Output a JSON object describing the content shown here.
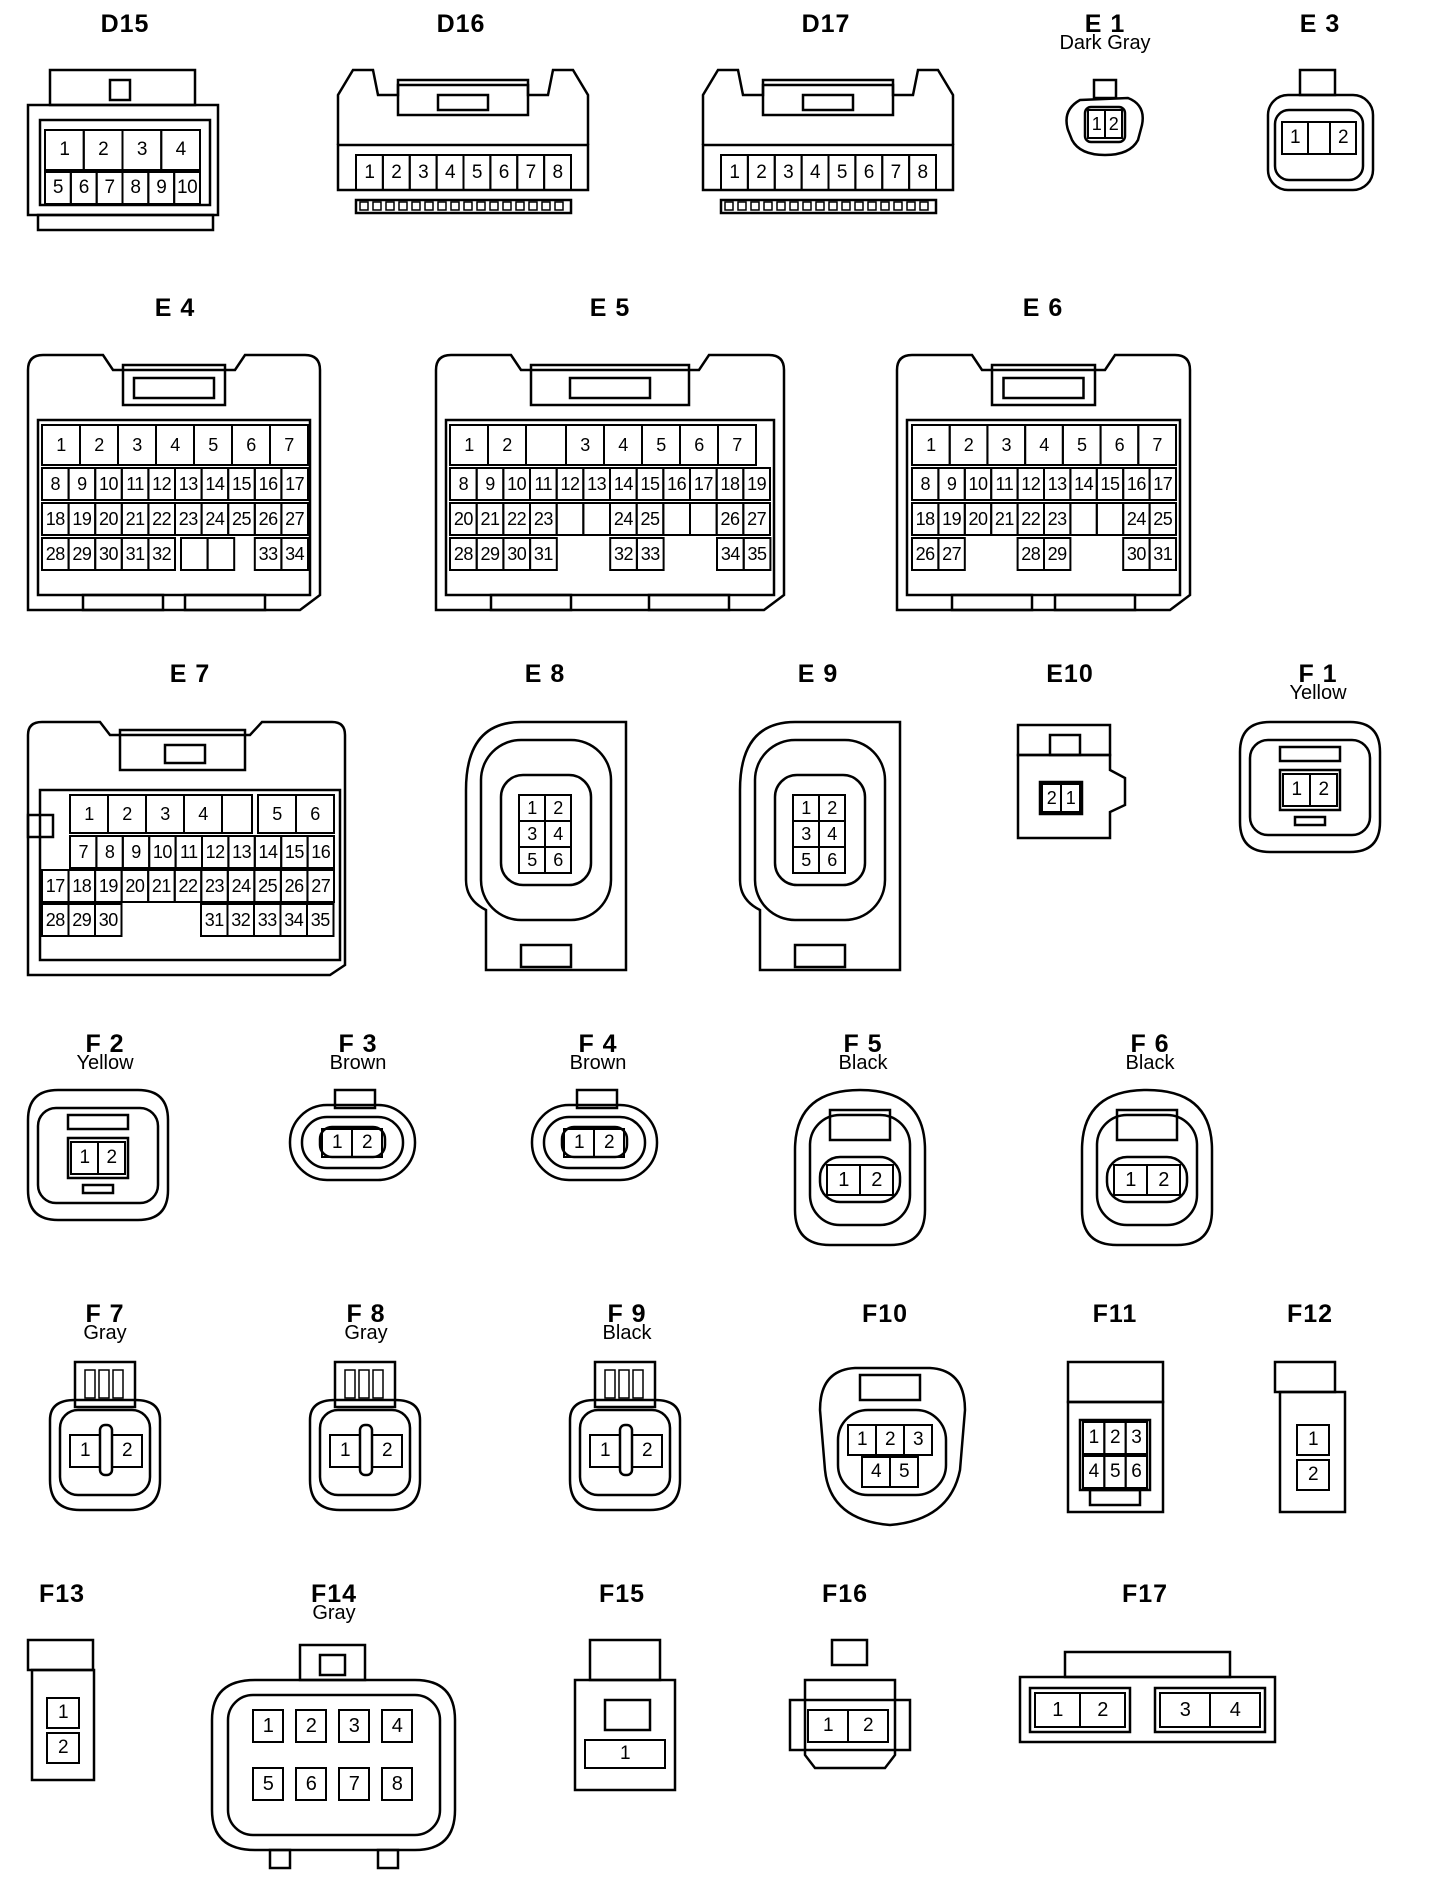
{
  "connectors": [
    {
      "id": "d15",
      "name": "D15",
      "color": "",
      "rows": [
        [
          "1",
          "2",
          "3",
          "4"
        ],
        [
          "5",
          "6",
          "7",
          "8",
          "9",
          "10"
        ]
      ]
    },
    {
      "id": "d16",
      "name": "D16",
      "color": "",
      "rows": [
        [
          "1",
          "2",
          "3",
          "4",
          "5",
          "6",
          "7",
          "8"
        ]
      ]
    },
    {
      "id": "d17",
      "name": "D17",
      "color": "",
      "rows": [
        [
          "1",
          "2",
          "3",
          "4",
          "5",
          "6",
          "7",
          "8"
        ]
      ]
    },
    {
      "id": "e1",
      "name": "E 1",
      "color": "Dark Gray",
      "rows": [
        [
          "1",
          "2"
        ]
      ]
    },
    {
      "id": "e3",
      "name": "E 3",
      "color": "",
      "rows": [
        [
          "1",
          "",
          "2"
        ]
      ]
    },
    {
      "id": "e4",
      "name": "E 4",
      "color": "",
      "rows": [
        [
          "1",
          "2",
          "3",
          "4",
          "5",
          "6",
          "7"
        ],
        [
          "8",
          "9",
          "10",
          "11",
          "12",
          "13",
          "14",
          "15",
          "16",
          "17"
        ],
        [
          "18",
          "19",
          "20",
          "21",
          "22",
          "23",
          "24",
          "25",
          "26",
          "27"
        ],
        [
          "28",
          "29",
          "30",
          "31",
          "32",
          "",
          "",
          "",
          "33",
          "34"
        ]
      ]
    },
    {
      "id": "e5",
      "name": "E 5",
      "color": "",
      "rows": [
        [
          "1",
          "2",
          "",
          "3",
          "4",
          "5",
          "6",
          "7"
        ],
        [
          "8",
          "9",
          "10",
          "11",
          "12",
          "13",
          "14",
          "15",
          "16",
          "17",
          "18",
          "19"
        ],
        [
          "20",
          "21",
          "22",
          "23",
          "",
          "",
          "24",
          "25",
          "",
          "",
          "26",
          "27"
        ],
        [
          "28",
          "29",
          "30",
          "31",
          "",
          "32",
          "33",
          "",
          "",
          "34",
          "35"
        ]
      ]
    },
    {
      "id": "e6",
      "name": "E 6",
      "color": "",
      "rows": [
        [
          "1",
          "2",
          "3",
          "4",
          "5",
          "6",
          "7"
        ],
        [
          "8",
          "9",
          "10",
          "11",
          "12",
          "13",
          "14",
          "15",
          "16",
          "17"
        ],
        [
          "18",
          "19",
          "20",
          "21",
          "22",
          "23",
          "",
          "",
          "24",
          "25"
        ],
        [
          "26",
          "27",
          "",
          "28",
          "29",
          "",
          "30",
          "31"
        ]
      ]
    },
    {
      "id": "e7",
      "name": "E 7",
      "color": "",
      "rows": [
        [
          "1",
          "2",
          "3",
          "4",
          "",
          "5",
          "6"
        ],
        [
          "7",
          "8",
          "9",
          "10",
          "11",
          "12",
          "13",
          "14",
          "15",
          "16"
        ],
        [
          "17",
          "18",
          "19",
          "20",
          "21",
          "22",
          "23",
          "24",
          "25",
          "26",
          "27"
        ],
        [
          "28",
          "29",
          "30",
          "",
          "",
          "31",
          "32",
          "33",
          "34",
          "35"
        ]
      ]
    },
    {
      "id": "e8",
      "name": "E 8",
      "color": "",
      "rows": [
        [
          "1",
          "2"
        ],
        [
          "3",
          "4"
        ],
        [
          "5",
          "6"
        ]
      ]
    },
    {
      "id": "e9",
      "name": "E 9",
      "color": "",
      "rows": [
        [
          "1",
          "2"
        ],
        [
          "3",
          "4"
        ],
        [
          "5",
          "6"
        ]
      ]
    },
    {
      "id": "e10",
      "name": "E10",
      "color": "",
      "rows": [
        [
          "2",
          "1"
        ]
      ]
    },
    {
      "id": "f1",
      "name": "F 1",
      "color": "Yellow",
      "rows": [
        [
          "1",
          "2"
        ]
      ]
    },
    {
      "id": "f2",
      "name": "F 2",
      "color": "Yellow",
      "rows": [
        [
          "1",
          "2"
        ]
      ]
    },
    {
      "id": "f3",
      "name": "F 3",
      "color": "Brown",
      "rows": [
        [
          "1",
          "2"
        ]
      ]
    },
    {
      "id": "f4",
      "name": "F 4",
      "color": "Brown",
      "rows": [
        [
          "1",
          "2"
        ]
      ]
    },
    {
      "id": "f5",
      "name": "F 5",
      "color": "Black",
      "rows": [
        [
          "1",
          "2"
        ]
      ]
    },
    {
      "id": "f6",
      "name": "F 6",
      "color": "Black",
      "rows": [
        [
          "1",
          "2"
        ]
      ]
    },
    {
      "id": "f7",
      "name": "F 7",
      "color": "Gray",
      "rows": [
        [
          "1",
          "2"
        ]
      ]
    },
    {
      "id": "f8",
      "name": "F 8",
      "color": "Gray",
      "rows": [
        [
          "1",
          "2"
        ]
      ]
    },
    {
      "id": "f9",
      "name": "F 9",
      "color": "Black",
      "rows": [
        [
          "1",
          "2"
        ]
      ]
    },
    {
      "id": "f10",
      "name": "F10",
      "color": "",
      "rows": [
        [
          "1",
          "2",
          "3"
        ],
        [
          "4",
          "5"
        ]
      ]
    },
    {
      "id": "f11",
      "name": "F11",
      "color": "",
      "rows": [
        [
          "1",
          "2",
          "3"
        ],
        [
          "4",
          "5",
          "6"
        ]
      ]
    },
    {
      "id": "f12",
      "name": "F12",
      "color": "",
      "rows": [
        [
          "1"
        ],
        [
          "2"
        ]
      ]
    },
    {
      "id": "f13",
      "name": "F13",
      "color": "",
      "rows": [
        [
          "1"
        ],
        [
          "2"
        ]
      ]
    },
    {
      "id": "f14",
      "name": "F14",
      "color": "Gray",
      "rows": [
        [
          "1",
          "2",
          "3",
          "4"
        ],
        [
          "5",
          "6",
          "7",
          "8"
        ]
      ]
    },
    {
      "id": "f15",
      "name": "F15",
      "color": "",
      "rows": [
        [
          "1"
        ]
      ]
    },
    {
      "id": "f16",
      "name": "F16",
      "color": "",
      "rows": [
        [
          "1",
          "2"
        ]
      ]
    },
    {
      "id": "f17",
      "name": "F17",
      "color": "",
      "rows": [
        [
          "1",
          "2",
          "3",
          "4"
        ]
      ]
    }
  ]
}
